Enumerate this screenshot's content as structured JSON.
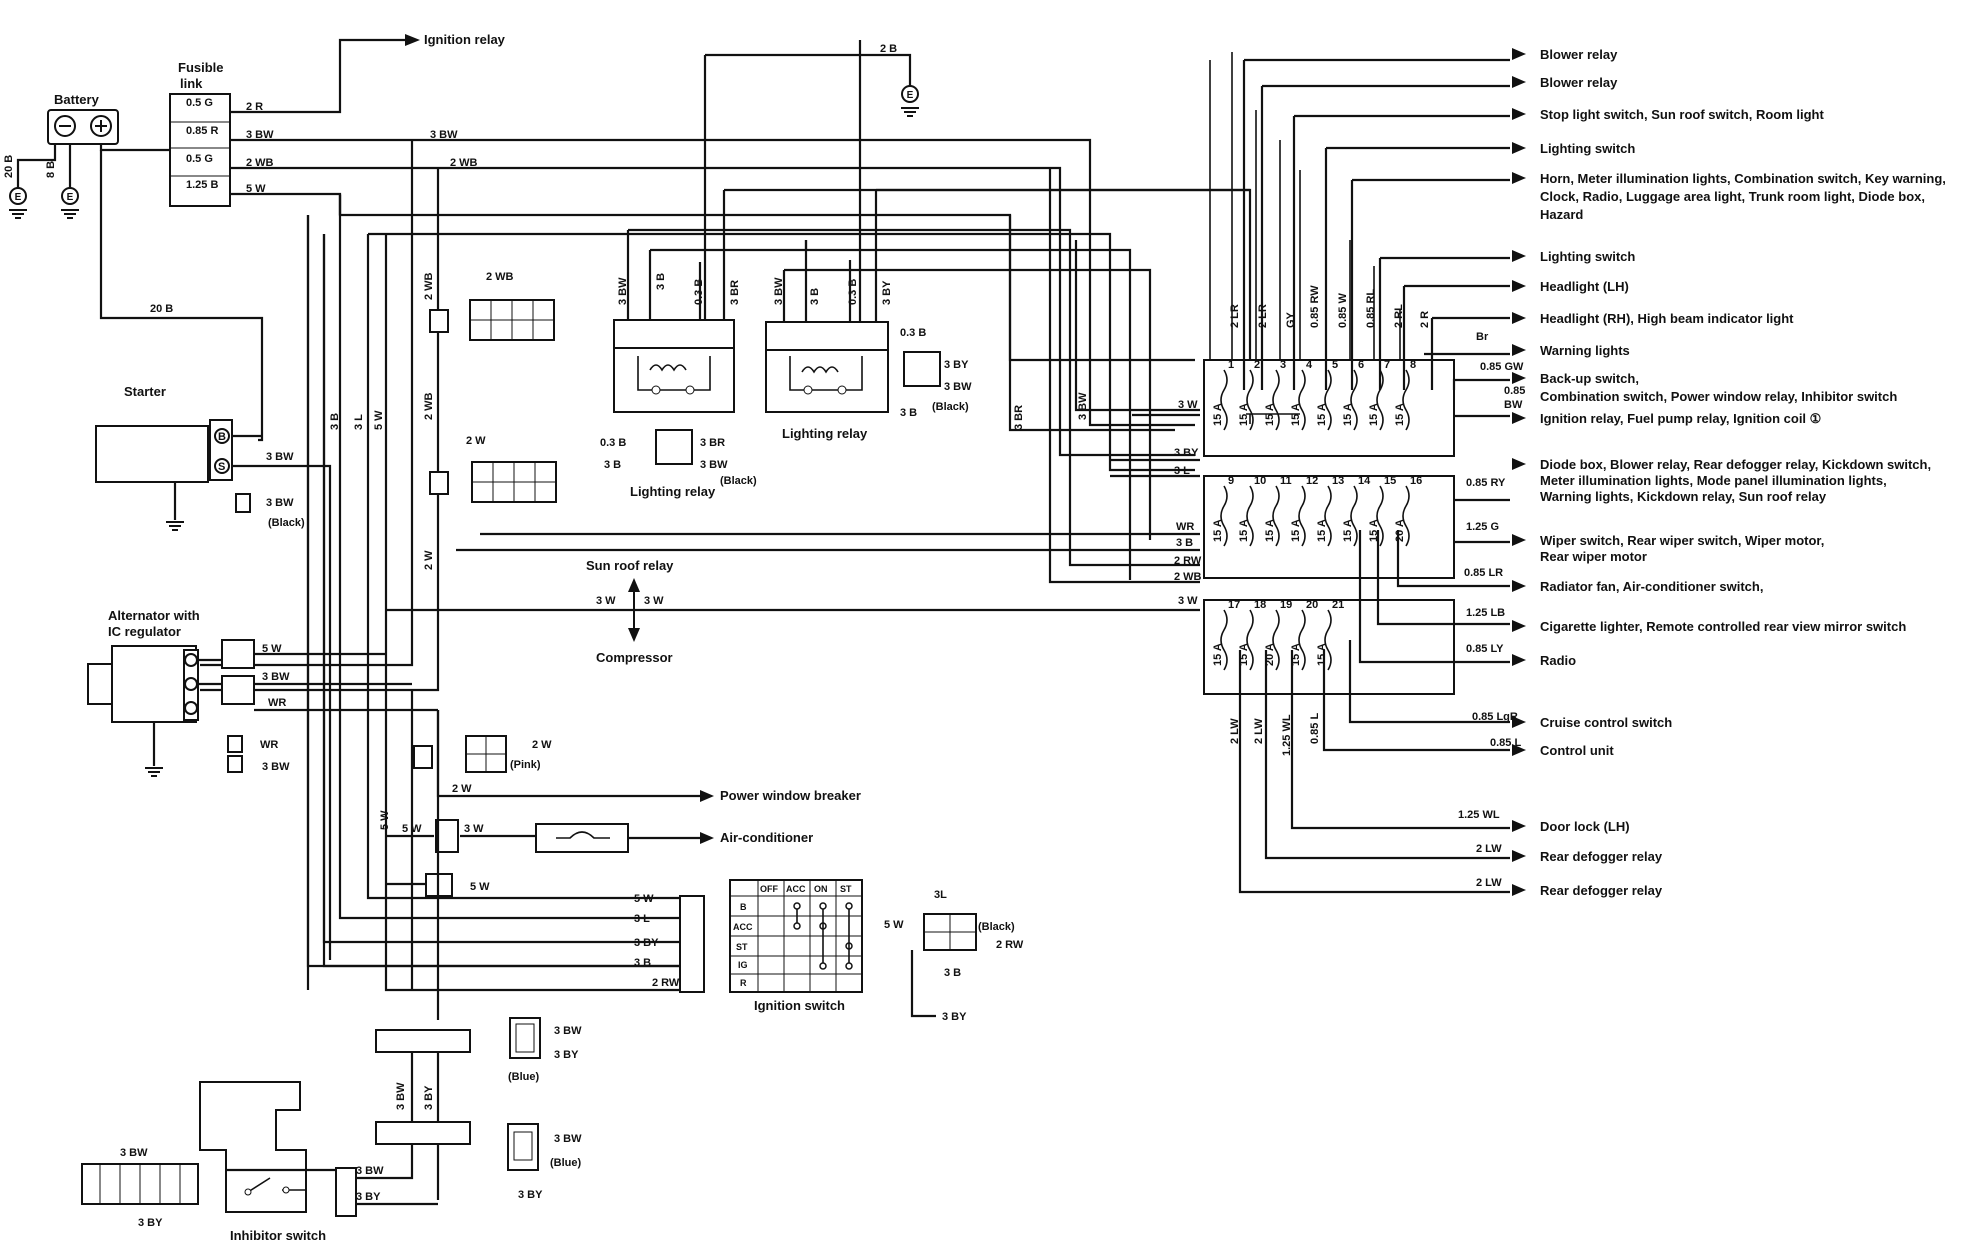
{
  "components": {
    "battery": "Battery",
    "fusible_link": [
      "Fusible",
      "link"
    ],
    "fl_ratings": [
      "0.5 G",
      "0.85 R",
      "0.5 G",
      "1.25 B"
    ],
    "starter": "Starter",
    "alternator": [
      "Alternator with",
      "IC regulator"
    ],
    "lighting_relay": "Lighting relay",
    "sun_roof_relay": "Sun roof relay",
    "compressor": "Compressor",
    "ignition_switch": "Ignition switch",
    "inhibitor_switch": "Inhibitor switch",
    "black": "(Black)",
    "pink": "(Pink)",
    "blue": "(Blue)"
  },
  "ignition_table": {
    "cols": [
      "OFF",
      "ACC",
      "ON",
      "ST"
    ],
    "rows": [
      "B",
      "ACC",
      "ST",
      "IG",
      "R"
    ]
  },
  "fuse_numbers": [
    "1",
    "2",
    "3",
    "4",
    "5",
    "6",
    "7",
    "8",
    "9",
    "10",
    "11",
    "12",
    "13",
    "14",
    "15",
    "16",
    "17",
    "18",
    "19",
    "20",
    "21"
  ],
  "fuse_ratings": [
    "15 A",
    "15 A",
    "15 A",
    "15 A",
    "15 A",
    "15 A",
    "15 A",
    "15 A",
    "15 A",
    "15 A",
    "15 A",
    "15 A",
    "15 A",
    "15 A",
    "15 A",
    "20 A",
    "15 A",
    "15 A",
    "20 A",
    "15 A",
    "15 A"
  ],
  "destinations": [
    "Ignition relay",
    "Blower relay",
    "Blower relay",
    "Stop light switch, Sun roof switch, Room light",
    "Lighting switch",
    "Horn, Meter illumination lights, Combination switch, Key warning,",
    "Clock, Radio, Luggage area light, Trunk room light, Diode box,",
    "Hazard",
    "Lighting switch",
    "Headlight (LH)",
    "Headlight (RH), High beam indicator light",
    "Warning lights",
    "Back-up switch,",
    "Combination switch, Power window relay, Inhibitor switch",
    "Ignition relay, Fuel pump relay, Ignition coil ①",
    "Diode box, Blower relay, Rear defogger relay, Kickdown switch,",
    "Meter illumination lights, Mode panel illumination lights,",
    "Warning lights, Kickdown relay, Sun roof relay",
    "Wiper switch, Rear wiper switch, Wiper motor,",
    "Rear wiper motor",
    "Radiator fan, Air-conditioner switch,",
    "Cigarette lighter, Remote controlled rear view mirror switch",
    "Radio",
    "Cruise control switch",
    "Control unit",
    "Door lock (LH)",
    "Rear defogger relay",
    "Rear defogger relay",
    "Power window breaker",
    "Air-conditioner"
  ],
  "wires": [
    "2 R",
    "3 BW",
    "2 WB",
    "5 W",
    "20 B",
    "8 B",
    "3 BW",
    "(Black)",
    "2 B",
    "2 WB",
    "2 W",
    "3 B",
    "3 L",
    "5 W",
    "2 WB",
    "2 W",
    "3 BW",
    "3 B",
    "0.3 B",
    "3 BR",
    "3 BW",
    "3 B",
    "0.3 B",
    "3 BY",
    "0.3 B",
    "3 BY",
    "3 BW",
    "3 B",
    "0.3 B",
    "3 BR",
    "3 BW",
    "3 B",
    "3 W",
    "3 W",
    "5 W",
    "3 BW",
    "WR",
    "WR",
    "3 BW",
    "2 W",
    "2 W",
    "5 W",
    "3 W",
    "5 W",
    "5 W",
    "5 W",
    "3 L",
    "3 BY",
    "3 B",
    "2 RW",
    "3L",
    "5 W",
    "2 RW",
    "3 B",
    "3 BY",
    "3 BW",
    "3 BY",
    "3 BW",
    "3 BY",
    "3 BW",
    "3 BY",
    "3 BW",
    "3 BY",
    "3 BW",
    "3 BY",
    "2 LR",
    "2 LR",
    "GY",
    "0.85 RW",
    "0.85 W",
    "0.85 RL",
    "2 RL",
    "2 R",
    "Br",
    "0.85 GW",
    "0.85",
    "BW",
    "3 BR",
    "3 BW",
    "3 W",
    "3 BY",
    "3 L",
    "0.85 RY",
    "WR",
    "3 B",
    "2 RW",
    "2 WB",
    "3 W",
    "1.25 G",
    "0.85 LR",
    "1.25 LB",
    "0.85 LY",
    "2 LW",
    "2 LW",
    "1.25 WL",
    "0.85 L",
    "0.85 LgR",
    "0.85 L",
    "1.25 WL",
    "2 LW",
    "2 LW"
  ]
}
